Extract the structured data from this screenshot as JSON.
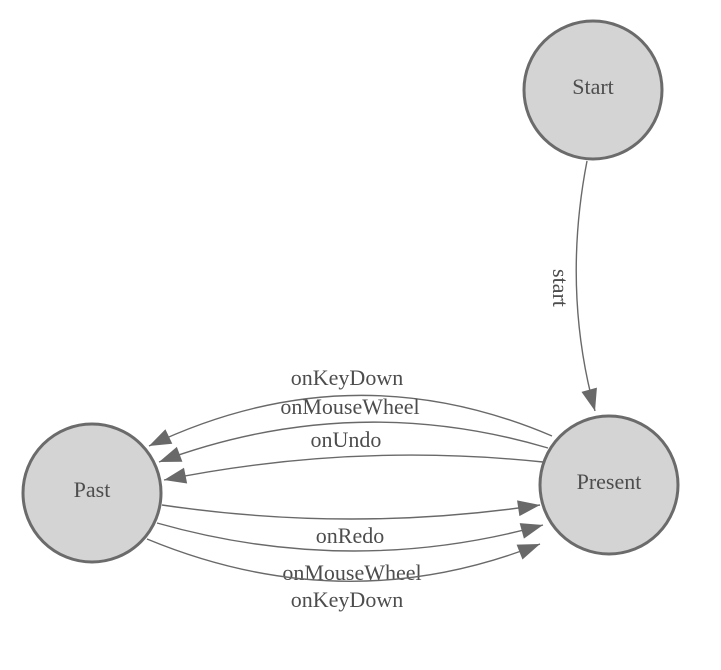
{
  "diagram": {
    "type": "state-machine",
    "nodes": [
      {
        "id": "start",
        "label": "Start"
      },
      {
        "id": "past",
        "label": "Past"
      },
      {
        "id": "present",
        "label": "Present"
      }
    ],
    "edges": [
      {
        "from": "start",
        "to": "present",
        "label": "start"
      },
      {
        "from": "present",
        "to": "past",
        "label": "onKeyDown"
      },
      {
        "from": "present",
        "to": "past",
        "label": "onMouseWheel"
      },
      {
        "from": "present",
        "to": "past",
        "label": "onUndo"
      },
      {
        "from": "past",
        "to": "present",
        "label": "onRedo"
      },
      {
        "from": "past",
        "to": "present",
        "label": "onMouseWheel"
      },
      {
        "from": "past",
        "to": "present",
        "label": "onKeyDown"
      }
    ],
    "colors": {
      "node_fill": "#d4d4d4",
      "node_stroke": "#6b6b6b",
      "edge_color": "#696969",
      "label_color": "#4d4d4d",
      "background": "#ffffff"
    }
  }
}
